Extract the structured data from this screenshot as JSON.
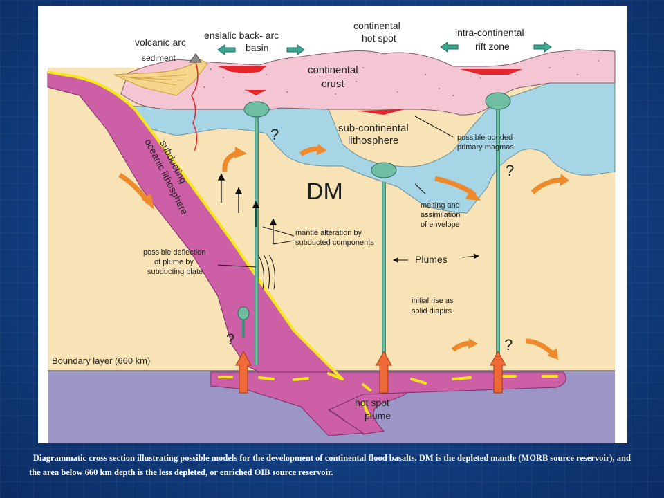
{
  "labels": {
    "volcanic_arc": "volcanic arc",
    "sediment": "sediment",
    "back_arc_1": "ensialic back- arc",
    "back_arc_2": "basin",
    "hotspot_1": "continental",
    "hotspot_2": "hot spot",
    "rift_1": "intra-continental",
    "rift_2": "rift zone",
    "crust_1": "continental",
    "crust_2": "crust",
    "subcont_1": "sub-continental",
    "subcont_2": "lithosphere",
    "ponded_1": "possible ponded",
    "ponded_2": "primary magmas",
    "subducting_1": "subducting",
    "subducting_2": "oceanic lithosphere",
    "dm": "DM",
    "melting_1": "melting and",
    "melting_2": "assimilation",
    "melting_3": "of envelope",
    "alteration_1": "mantle alteration by",
    "alteration_2": "subducted components",
    "deflection_1": "possible deflection",
    "deflection_2": "of plume by",
    "deflection_3": "subducting plate",
    "plumes": "Plumes",
    "rise_1": "initial rise as",
    "rise_2": "solid diapirs",
    "boundary": "Boundary layer (660 km)",
    "hotspot_plume_1": "hot spot",
    "hotspot_plume_2": "plume",
    "question": "?"
  },
  "caption": "Diagrammatic cross section illustrating possible models for the development of continental flood basalts. DM is the depleted mantle (MORB source reservoir), and the area below 660 km depth is the less depleted, or enriched OIB source reservoir.",
  "colors": {
    "mantle": "#f7e3b5",
    "crust": "#f4c6d3",
    "lithosphere": "#a6d6e6",
    "lower_mantle": "#9b96c6",
    "slab": "#cc5fa5",
    "magma": "#e8242b",
    "plume": "#6fbea2",
    "arrow": "#ef8a2c",
    "yellow": "#f7e61c"
  }
}
